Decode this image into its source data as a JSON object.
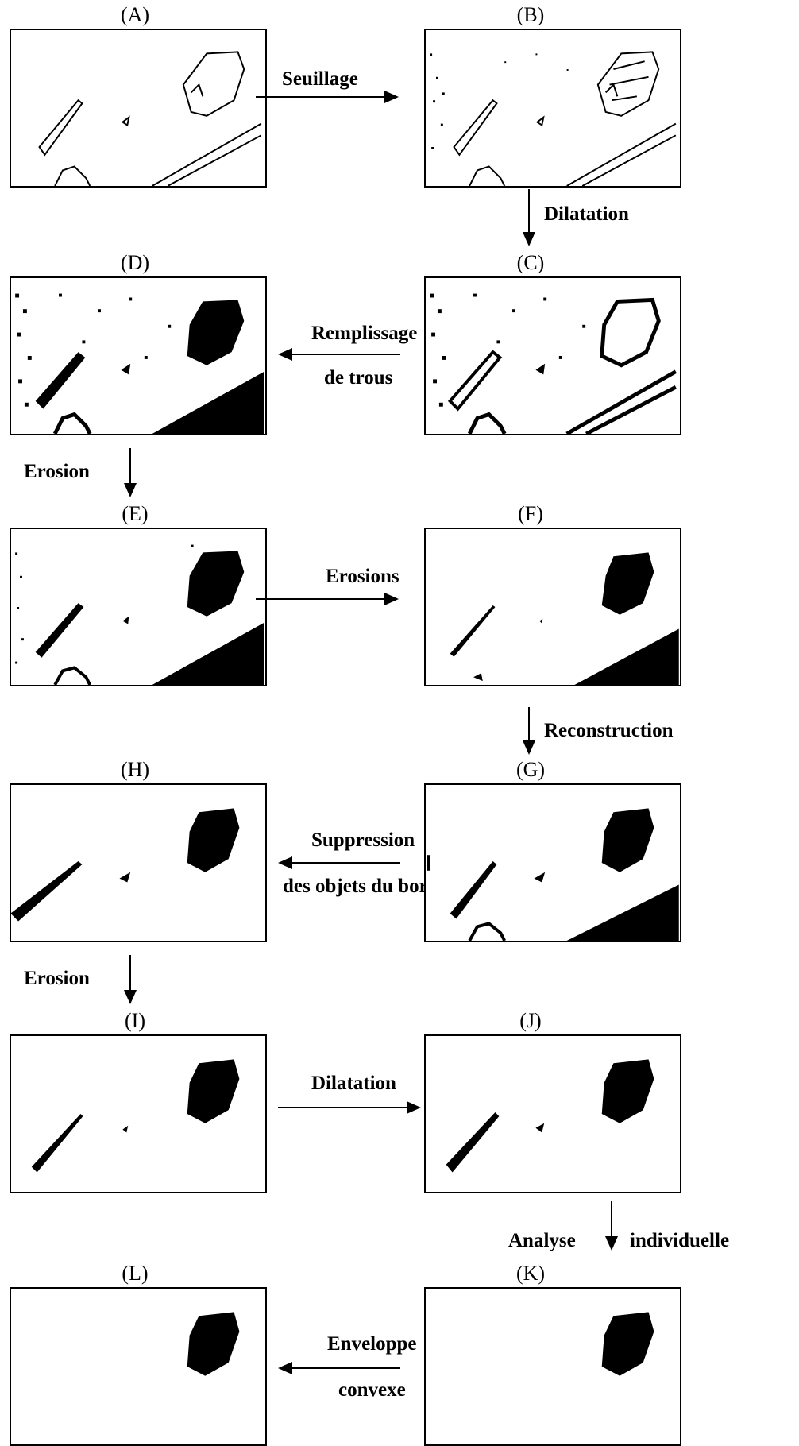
{
  "panels": {
    "A": "(A)",
    "B": "(B)",
    "C": "(C)",
    "D": "(D)",
    "E": "(E)",
    "F": "(F)",
    "G": "(G)",
    "H": "(H)",
    "I": "(I)",
    "J": "(J)",
    "K": "(K)",
    "L": "(L)"
  },
  "operations": {
    "seuillage": "Seuillage",
    "dilatation_1": "Dilatation",
    "remplissage_1": "Remplissage",
    "remplissage_2": "de trous",
    "erosion_1": "Erosion",
    "erosions": "Erosions",
    "reconstruction": "Reconstruction",
    "suppression_1": "Suppression",
    "suppression_2": "des objets du bord",
    "erosion_2": "Erosion",
    "dilatation_2": "Dilatation",
    "analyse_1": "Analyse",
    "analyse_2": "individuelle",
    "enveloppe_1": "Enveloppe",
    "enveloppe_2": "convexe"
  },
  "colors": {
    "ink": "#000000",
    "background": "#ffffff"
  }
}
